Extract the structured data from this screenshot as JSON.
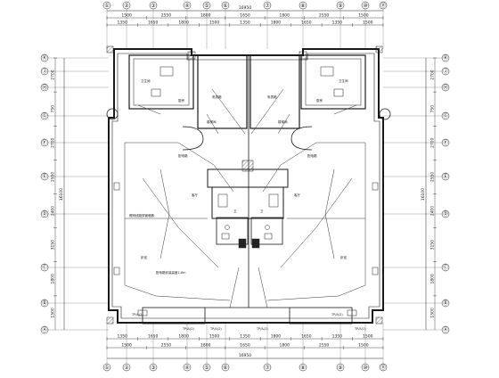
{
  "drawing": {
    "top_overall_dim": "16950",
    "bottom_overall_dim": "16950",
    "left_overall_dim": "16100",
    "right_overall_dim": "16100"
  },
  "top_col_axes": [
    "①",
    "②",
    "③",
    "④",
    "⑤",
    "⑥",
    "⑦",
    "⑧",
    "⑨",
    "⑩",
    "⑪"
  ],
  "bottom_col_axes": [
    "①",
    "②",
    "③",
    "④",
    "⑤",
    "⑥",
    "⑦",
    "⑧",
    "⑨",
    "⑩",
    "⑪"
  ],
  "row_axes_left": [
    "Ⓚ",
    "Ⓙ",
    "Ⓗ",
    "Ⓖ",
    "Ⓕ",
    "Ⓔ",
    "Ⓓ",
    "Ⓒ",
    "Ⓑ",
    "Ⓐ"
  ],
  "row_axes_right": [
    "Ⓚ",
    "Ⓙ",
    "Ⓗ",
    "Ⓖ",
    "Ⓕ",
    "Ⓔ",
    "Ⓓ",
    "Ⓒ",
    "Ⓑ",
    "Ⓐ"
  ],
  "top_dims_row1": [
    "1500",
    "2550",
    "1800",
    "1650",
    "1800",
    "2550",
    "1500"
  ],
  "top_dims_row2": [
    "1350",
    "1650",
    "1800",
    "1500",
    "1350",
    "1800",
    "1650",
    "1350",
    "1500"
  ],
  "bottom_dims_row1": [
    "1350",
    "1650",
    "1800",
    "1500",
    "1350",
    "1800",
    "1650",
    "1350",
    "1500"
  ],
  "bottom_dims_row2": [
    "1500",
    "2550",
    "1800",
    "1650",
    "1800",
    "2550",
    "1500"
  ],
  "left_dims": [
    "2700",
    "750",
    "2700",
    "2550",
    "2400",
    "3150",
    "1800",
    "1500"
  ],
  "right_dims": [
    "2700",
    "750",
    "2700",
    "2550",
    "2400",
    "3150",
    "1800",
    "1500"
  ],
  "room_labels": [
    "卫生间",
    "卫生间",
    "厨房",
    "厨房",
    "客厅",
    "客厅",
    "卧室",
    "卧室",
    "楼梯间",
    "楼梯间",
    "卫",
    "卫",
    "电表箱",
    "电表箱",
    "配电箱",
    "配电箱"
  ],
  "notes": [
    "配电箱安装高度1.8m",
    "照明线路穿管暗敷"
  ],
  "bottom_door_labels": [
    "TP/A(2)",
    "TP/A(2)",
    "TP/A(2)",
    "TP/A(2)",
    "TP/A(2)",
    "TP/A(2)"
  ],
  "colors": {
    "line": "#1a1a1a",
    "light": "#555555",
    "bg": "#ffffff"
  }
}
